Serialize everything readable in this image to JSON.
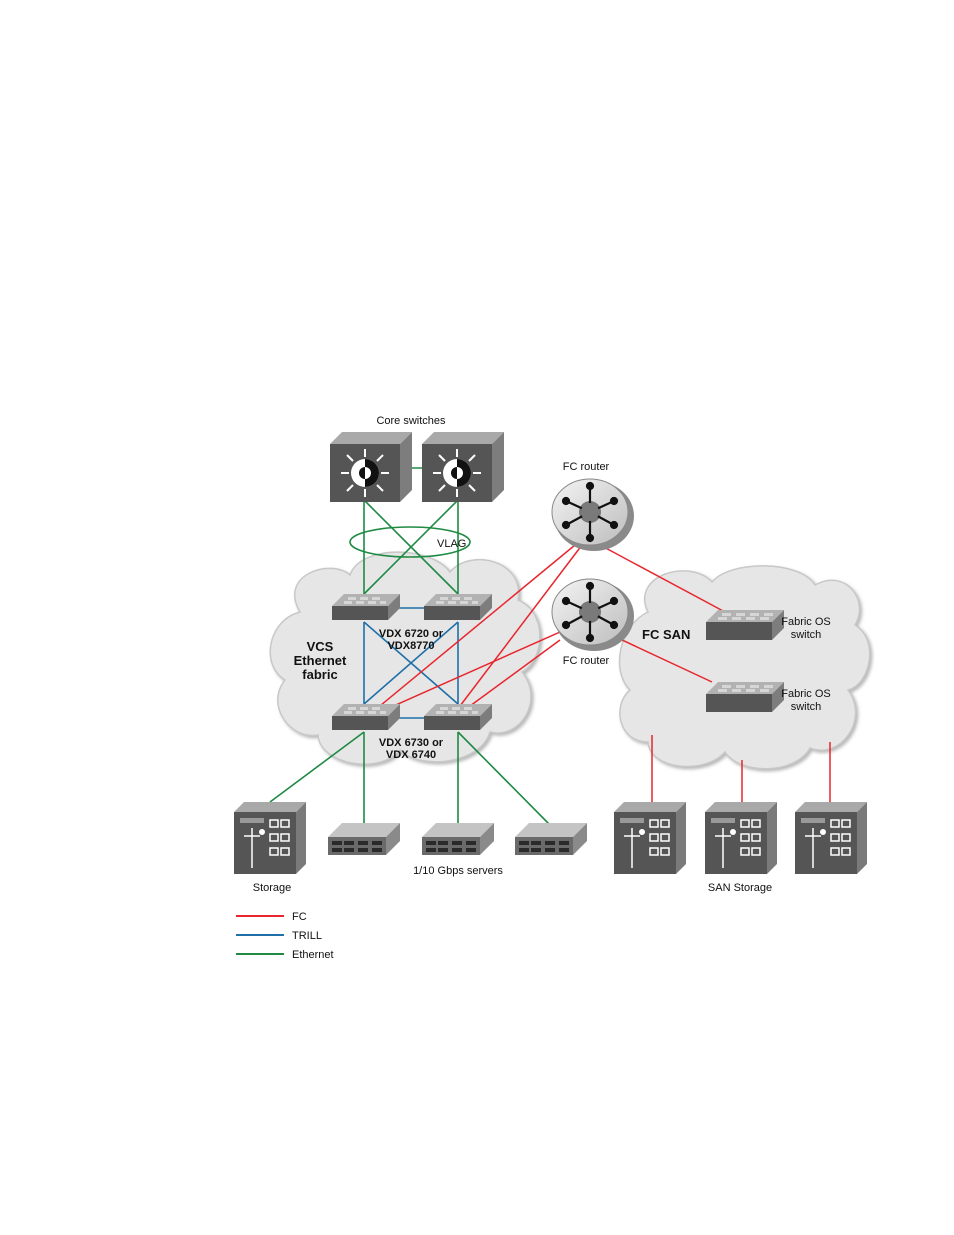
{
  "labels": {
    "core_switches": "Core switches",
    "fc_router_top": "FC router",
    "fc_router_bottom": "FC router",
    "vlag": "VLAG",
    "vcs_line1": "VCS",
    "vcs_line2": "Ethernet",
    "vcs_line3": "fabric",
    "vdx_upper_line1": "VDX 6720 or",
    "vdx_upper_line2": "VDX8770",
    "vdx_lower_line1": "VDX 6730 or",
    "vdx_lower_line2": "VDX 6740",
    "fc_san": "FC SAN",
    "fabric_os_1_line1": "Fabric OS",
    "fabric_os_1_line2": "switch",
    "fabric_os_2_line1": "Fabric OS",
    "fabric_os_2_line2": "switch",
    "storage": "Storage",
    "servers": "1/10 Gbps servers",
    "san_storage": "SAN Storage"
  },
  "legend": [
    {
      "label": "FC",
      "color": "#e8262e"
    },
    {
      "label": "TRILL",
      "color": "#1f6fa8"
    },
    {
      "label": "Ethernet",
      "color": "#1e8a43"
    }
  ],
  "colors": {
    "fc": "#e8262e",
    "trill": "#1f6fa8",
    "ethernet": "#1e8a43",
    "device_dark": "#5a5a5a",
    "device_side": "#8a8a8a",
    "cloud": "#e6e6e6"
  },
  "icons": {
    "core_switch": "core-switch-icon",
    "fc_router": "fc-router-icon",
    "vdx_switch": "vdx-switch-icon",
    "fabric_switch": "fabric-os-switch-icon",
    "storage": "storage-array-icon",
    "server": "rack-server-icon"
  }
}
